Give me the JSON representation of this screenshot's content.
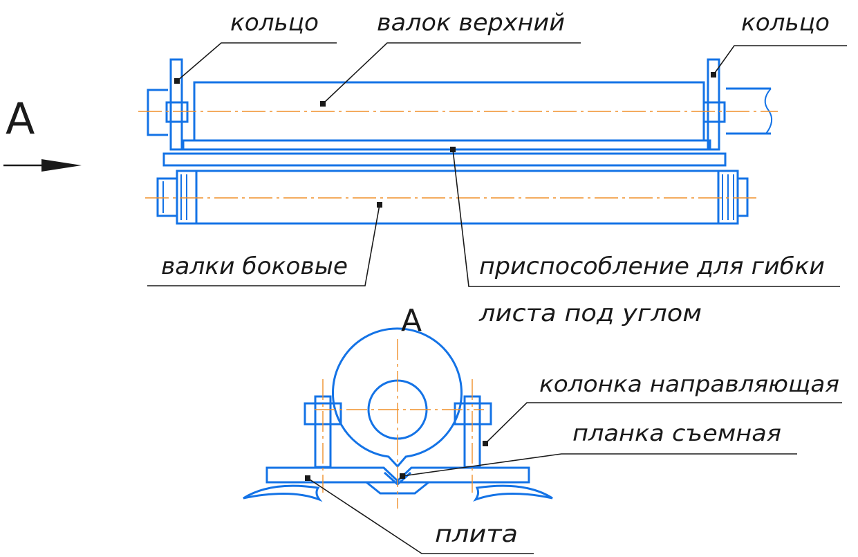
{
  "colors": {
    "outline": "#1473e6",
    "axis": "#f0902a",
    "ink": "#1a1a1a"
  },
  "view_marker": {
    "letter": "А",
    "arrow_icon": "arrow-right-icon"
  },
  "section_view": {
    "letter": "А"
  },
  "labels": {
    "ring_left": "кольцо",
    "roller_top": "валок верхний",
    "ring_right": "кольцо",
    "side_rollers": "валки боковые",
    "bending_device_line1": "приспособление для гибки",
    "bending_device_line2": "листа под углом",
    "guide_column": "колонка направляющая",
    "removable_strip": "планка съемная",
    "plate": "плита"
  }
}
